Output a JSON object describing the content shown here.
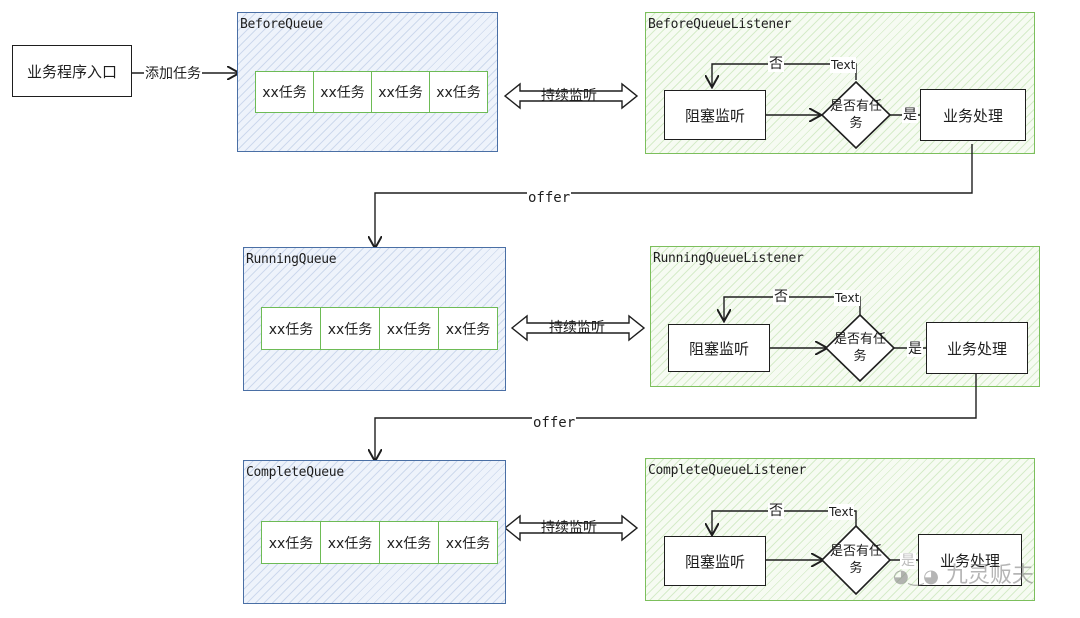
{
  "entry": {
    "label": "业务程序入口",
    "arrow_label": "添加任务"
  },
  "queues": [
    {
      "title": "BeforeQueue",
      "tasks": [
        "xx任务",
        "xx任务",
        "xx任务",
        "xx任务"
      ]
    },
    {
      "title": "RunningQueue",
      "tasks": [
        "xx任务",
        "xx任务",
        "xx任务",
        "xx任务"
      ]
    },
    {
      "title": "CompleteQueue",
      "tasks": [
        "xx任务",
        "xx任务",
        "xx任务",
        "xx任务"
      ]
    }
  ],
  "listeners": [
    {
      "title": "BeforeQueueListener",
      "block": "阻塞监听",
      "decision_line1": "是否有任",
      "decision_line2": "务",
      "yes": "是",
      "no": "否",
      "text": "Text",
      "action": "业务处理"
    },
    {
      "title": "RunningQueueListener",
      "block": "阻塞监听",
      "decision_line1": "是否有任",
      "decision_line2": "务",
      "yes": "是",
      "no": "否",
      "text": "Text",
      "action": "业务处理"
    },
    {
      "title": "CompleteQueueListener",
      "block": "阻塞监听",
      "decision_line1": "是否有任",
      "decision_line2": "务",
      "yes": "是",
      "no": "否",
      "text": "Text",
      "action": "业务处理"
    }
  ],
  "monitor_label": "持续监听",
  "offer_label": "offer",
  "watermark": "九灵贩夫",
  "colors": {
    "queue_border": "#4a6fa5",
    "listener_border": "#7cbf5c",
    "task_border": "#6dbb55",
    "stroke": "#1e1e1e"
  }
}
